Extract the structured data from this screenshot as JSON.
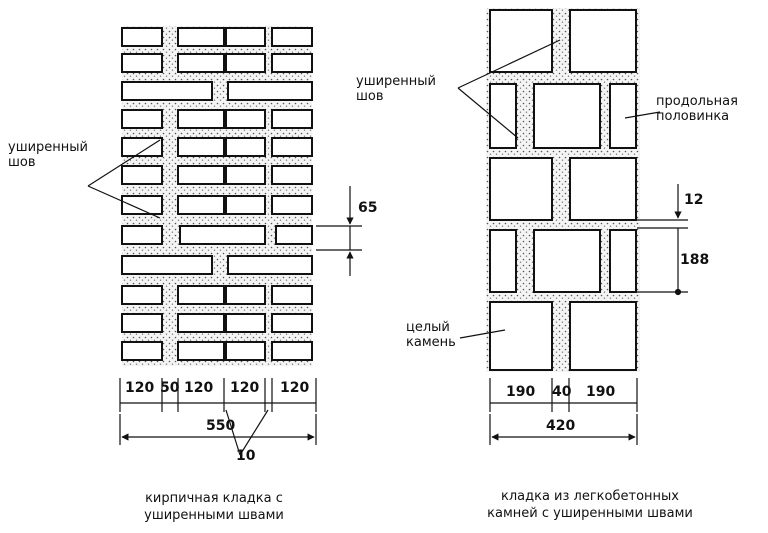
{
  "left": {
    "label_widened_seam": [
      "уширенный",
      "шов"
    ],
    "dim_brick_height": "65",
    "dim_widths": [
      "120",
      "50",
      "120",
      "120",
      "120"
    ],
    "dim_total": "550",
    "dim_joint": "10",
    "caption": [
      "кирпичная кладка с",
      "уширенными швами"
    ]
  },
  "right": {
    "label_widened_seam": [
      "уширенный",
      "шов"
    ],
    "label_longitudinal_half": [
      "продольная",
      "половинка"
    ],
    "label_whole_stone": [
      "целый",
      "камень"
    ],
    "dim_joint": "12",
    "dim_stone_height": "188",
    "dim_widths": [
      "190",
      "40",
      "190"
    ],
    "dim_total": "420",
    "caption": [
      "кладка из легкобетонных",
      "камней с уширенными швами"
    ]
  },
  "colors": {
    "ink": "#111111",
    "mortar": "#f3f3f3"
  }
}
